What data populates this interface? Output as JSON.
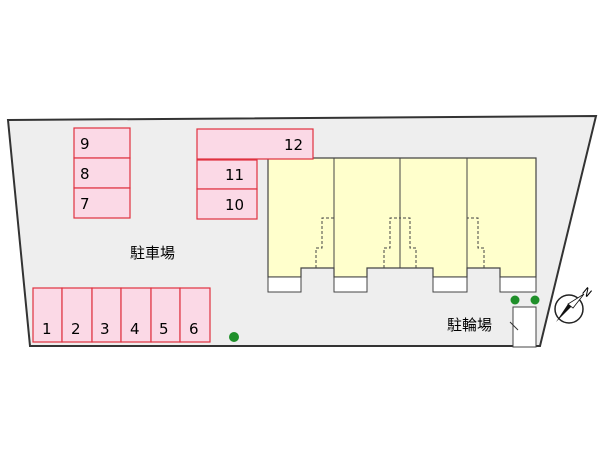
{
  "labels": {
    "parking": "駐車場",
    "bicycle_parking": "駐輪場"
  },
  "compass": {
    "north_label": "N"
  },
  "parking_slots": {
    "bottom_row": [
      "1",
      "2",
      "3",
      "4",
      "5",
      "6"
    ],
    "left_column": [
      "9",
      "8",
      "7"
    ],
    "top_wide": "12",
    "right_column": [
      "11",
      "10"
    ]
  },
  "building": {
    "unit_count": 4
  },
  "trees": {
    "count": 3
  },
  "colors": {
    "slot_fill": "#fbd9e6",
    "slot_stroke": "#e0313f",
    "lot_fill": "#eeeeee",
    "building_fill": "#ffffcc",
    "tree": "#1f8f2a"
  }
}
